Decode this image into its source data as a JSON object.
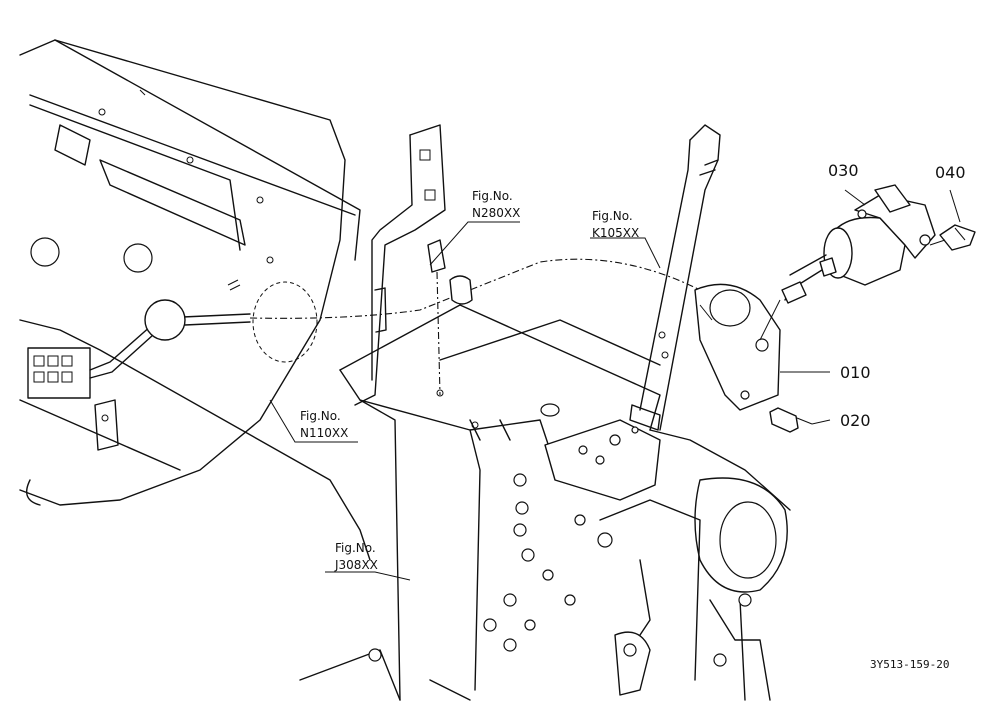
{
  "part_callouts": {
    "p010": "010",
    "p020": "020",
    "p030": "030",
    "p040": "040"
  },
  "figure_refs": {
    "n280": {
      "label": "Fig.No.",
      "code": "N280XX"
    },
    "k105": {
      "label": "Fig.No.",
      "code": "K105XX"
    },
    "n110": {
      "label": "Fig.No.",
      "code": "N110XX"
    },
    "j308": {
      "label": "Fig.No.",
      "code": "J308XX"
    }
  },
  "drawing_number": "3Y513-159-20"
}
